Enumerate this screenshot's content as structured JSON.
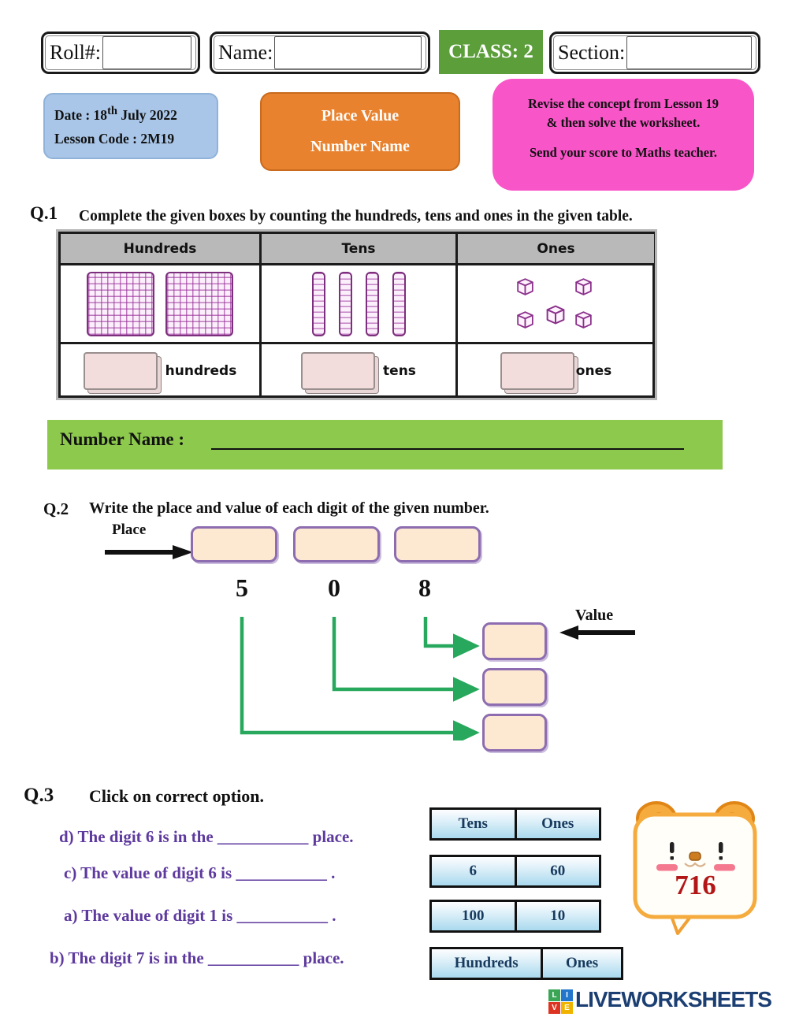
{
  "top_bar": {
    "roll": {
      "label": "Roll#:",
      "value": ""
    },
    "name": {
      "label": "Name:",
      "value": ""
    },
    "class_badge": "CLASS: 2",
    "section": {
      "label": "Section:",
      "value": ""
    }
  },
  "info_row": {
    "date": {
      "prefix": "Date : 18",
      "superscript": "th",
      "suffix": " July 2022"
    },
    "lesson_code": "Lesson Code : 2M19",
    "title": {
      "line1": "Place Value",
      "line2": "Number Name"
    },
    "notice": {
      "line1": "Revise the concept from Lesson 19",
      "line2": "& then solve the worksheet.",
      "line3": "Send your score to Maths teacher."
    }
  },
  "q1": {
    "label": "Q.1",
    "prompt": "Complete the given boxes by counting the hundreds, tens and ones in the given table.",
    "table_headers": [
      "Hundreds",
      "Tens",
      "Ones"
    ],
    "blocks": {
      "hundreds_squares": 2,
      "tens_rods": 4,
      "ones_cubes": 5
    },
    "answers": [
      {
        "value": "",
        "label": "hundreds"
      },
      {
        "value": "",
        "label": "tens"
      },
      {
        "value": "",
        "label": "ones"
      }
    ]
  },
  "number_name": {
    "label": "Number Name :",
    "value": ""
  },
  "q2": {
    "label": "Q.2",
    "prompt": "Write the place and value of each digit of the given number.",
    "place_label": "Place",
    "value_label": "Value",
    "digits": [
      "5",
      "0",
      "8"
    ],
    "place_boxes": [
      "",
      "",
      ""
    ],
    "value_boxes": [
      "",
      "",
      ""
    ]
  },
  "q3": {
    "label": "Q.3",
    "prompt": "Click on correct option.",
    "lines": [
      "d) The digit 6 is in the ___________ place.",
      "c) The value of digit 6 is  ___________ .",
      "a) The value of digit 1 is ___________ .",
      "b) The digit 7 is in the ___________ place."
    ],
    "option_rows": [
      [
        "Tens",
        "Ones"
      ],
      [
        "6",
        "60"
      ],
      [
        "100",
        "10"
      ],
      [
        "Hundreds",
        "Ones"
      ]
    ],
    "mascot_number": "716"
  },
  "footer": {
    "logo_letters": [
      "L",
      "I",
      "V",
      "E"
    ],
    "brand": "LIVEWORKSHEETS"
  },
  "colors": {
    "class_badge_green": "#5b9e3a",
    "number_name_green": "#8dc94d",
    "date_box_blue": "#a9c6e8",
    "title_box_orange": "#e8822e",
    "notice_box_pink": "#f855c8",
    "q3_text_purple": "#5e3a9e",
    "option_cell_blue": "#a9d9ee",
    "mascot_number_red": "#b21616",
    "brand_navy": "#1c3f73",
    "connector_green": "#27a85c"
  }
}
